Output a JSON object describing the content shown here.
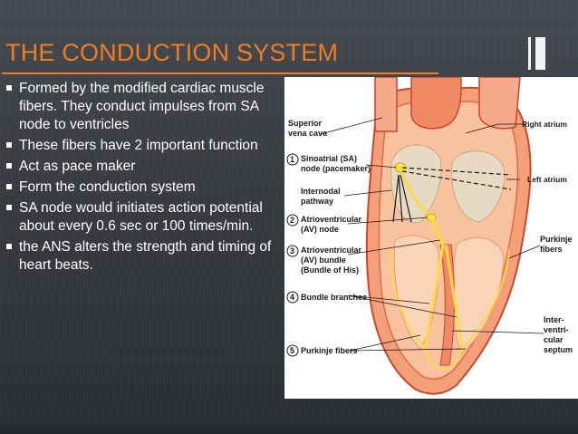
{
  "slide": {
    "title": "THE CONDUCTION SYSTEM",
    "bullets": [
      "Formed by the modified cardiac muscle fibers. They conduct impulses from SA node to ventricles",
      "These fibers have 2 important function",
      "Act as pace maker",
      "Form the conduction system",
      "SA node would initiates action potential about every 0.6 sec or 100 times/min.",
      "the ANS alters the strength and timing of heart beats."
    ],
    "colors": {
      "title": "#ef7d22",
      "text": "#ffffff",
      "background": "#3a3e43"
    }
  },
  "diagram": {
    "labels": {
      "superior_vena_cava_1": "Superior",
      "superior_vena_cava_2": "vena cava",
      "right_atrium": "Right atrium",
      "left_atrium": "Left atrium",
      "sa_node_1": "Sinoatrial (SA)",
      "sa_node_2": "node (pacemaker)",
      "internodal_1": "Internodal",
      "internodal_2": "pathway",
      "av_node_1": "Atrioventricular",
      "av_node_2": "(AV) node",
      "av_bundle_1": "Atrioventricular",
      "av_bundle_2": "(AV) bundle",
      "av_bundle_3": "(Bundle of His)",
      "bundle_branches": "Bundle branches",
      "purkinje_fibers": "Purkinje fibers",
      "purkinje_right_1": "Purkinje",
      "purkinje_right_2": "fibers",
      "septum_1": "Inter-",
      "septum_2": "ventri-",
      "septum_3": "cular",
      "septum_4": "septum"
    },
    "numbers": [
      "1",
      "2",
      "3",
      "4",
      "5"
    ]
  }
}
